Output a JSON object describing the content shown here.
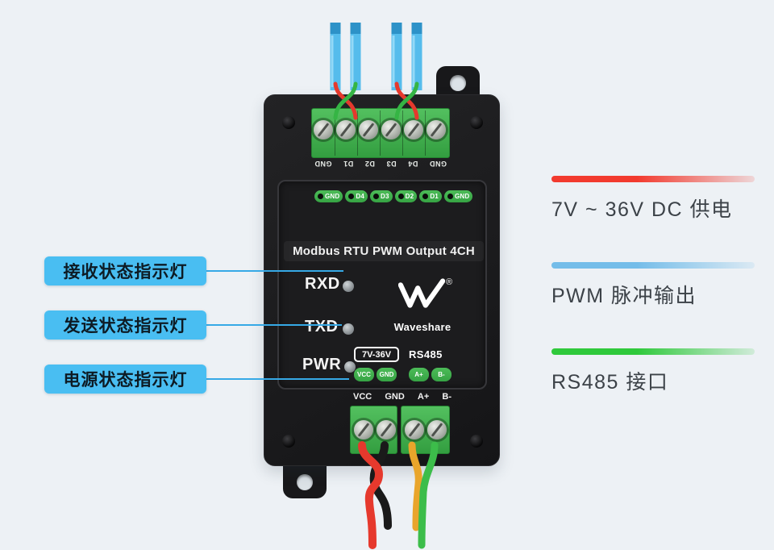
{
  "device": {
    "title": "Modbus RTU PWM Output 4CH",
    "brand": "Waveshare",
    "registered_mark": "®",
    "led_labels": {
      "rxd": "RXD",
      "txd": "TXD",
      "pwr": "PWR"
    },
    "power_range_label": "7V-36V",
    "rs485_label": "RS485",
    "top_terminal_labels": [
      "GND",
      "D4",
      "D3",
      "D2",
      "D1",
      "GND"
    ],
    "pin_header_labels": [
      "GND",
      "D4",
      "D3",
      "D2",
      "D1",
      "GND"
    ],
    "bottom_pin_labels": [
      "VCC",
      "GND",
      "A+",
      "B-"
    ],
    "bottom_terminal_labels": [
      "VCC",
      "GND",
      "A+",
      "B-"
    ]
  },
  "callouts": [
    {
      "label": "接收状态指示灯"
    },
    {
      "label": "发送状态指示灯"
    },
    {
      "label": "电源状态指示灯"
    }
  ],
  "legend": [
    {
      "label": "7V ~ 36V DC 供电",
      "color": "#f23a2e"
    },
    {
      "label": "PWM 脉冲输出",
      "color": "#74bde9"
    },
    {
      "label": "RS485 接口",
      "color": "#2fc93b"
    }
  ],
  "colors": {
    "background": "#edf1f5",
    "callout_box": "#49bef2",
    "device_body": "#1b1b1d",
    "terminal_green": "#3fb14c",
    "wire_blue": "#55bcec",
    "wire_red": "#e6392d",
    "wire_black": "#1a1a1a",
    "wire_yellow": "#e9a52b",
    "wire_green": "#3cbd4a"
  }
}
